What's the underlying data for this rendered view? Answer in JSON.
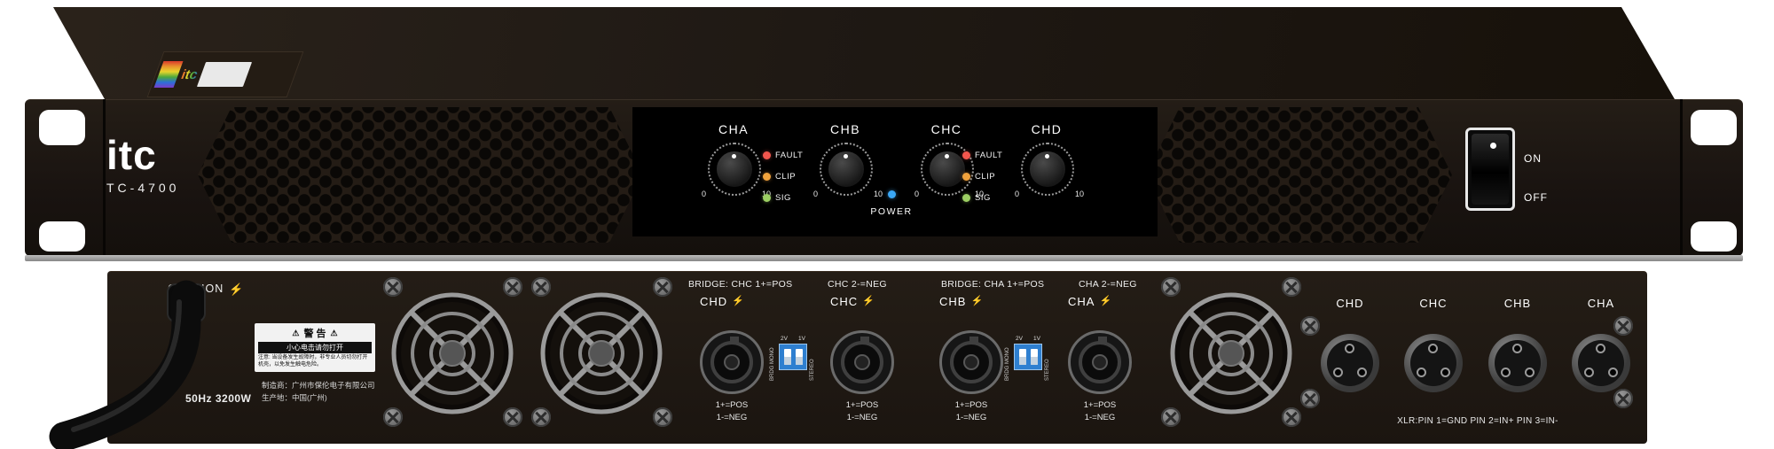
{
  "device": {
    "brand": "itc",
    "model": "TC-4700"
  },
  "icons": {
    "lightning": "⚡",
    "warning": "⚠"
  },
  "colors": {
    "led_fault": "#f2564d",
    "led_clip": "#f0a23c",
    "led_sig": "#9ccf63",
    "led_power": "#3aa7f5",
    "dip_blue": "#2e7fd0"
  },
  "front": {
    "channels": [
      {
        "label": "CHA"
      },
      {
        "label": "CHB"
      },
      {
        "label": "CHC"
      },
      {
        "label": "CHD"
      }
    ],
    "knob": {
      "min": "0",
      "max": "10"
    },
    "leds": [
      {
        "label": "FAULT"
      },
      {
        "label": "CLIP"
      },
      {
        "label": "SIG"
      }
    ],
    "power_label": "POWER",
    "switch": {
      "on": "ON",
      "off": "OFF"
    }
  },
  "rear": {
    "caution_label": "CAUTION",
    "rating_text": "50Hz 3200W",
    "warning": {
      "title": "警 告",
      "line1": "小心电击请勿打开",
      "note": "注意: 当设备发生故障时，非专业人员切勿打开机壳，以免发生触电危险。"
    },
    "manufacturer": {
      "line1": "制造商：广州市保伦电子有限公司",
      "line2": "生产地：中国(广州)"
    },
    "bridge_groups": [
      {
        "bridge_label": "BRIDGE: CHC 1+=POS",
        "neg_label": "CHC 2-=NEG",
        "channels": [
          {
            "label": "CHD"
          },
          {
            "label": "CHC"
          }
        ]
      },
      {
        "bridge_label": "BRIDGE: CHA 1+=POS",
        "neg_label": "CHA 2-=NEG",
        "channels": [
          {
            "label": "CHB"
          },
          {
            "label": "CHA"
          }
        ]
      }
    ],
    "speakon": {
      "pos": "1+=POS",
      "neg": "1-=NEG"
    },
    "dip": {
      "v2": "2V",
      "v1": "1V",
      "bridge_mono": "BRDG MONO",
      "stereo": "STEREO"
    },
    "xlr_channels": [
      {
        "label": "CHD"
      },
      {
        "label": "CHC"
      },
      {
        "label": "CHB"
      },
      {
        "label": "CHA"
      }
    ],
    "xlr_note": "XLR:PIN 1=GND PIN 2=IN+ PIN 3=IN-"
  }
}
